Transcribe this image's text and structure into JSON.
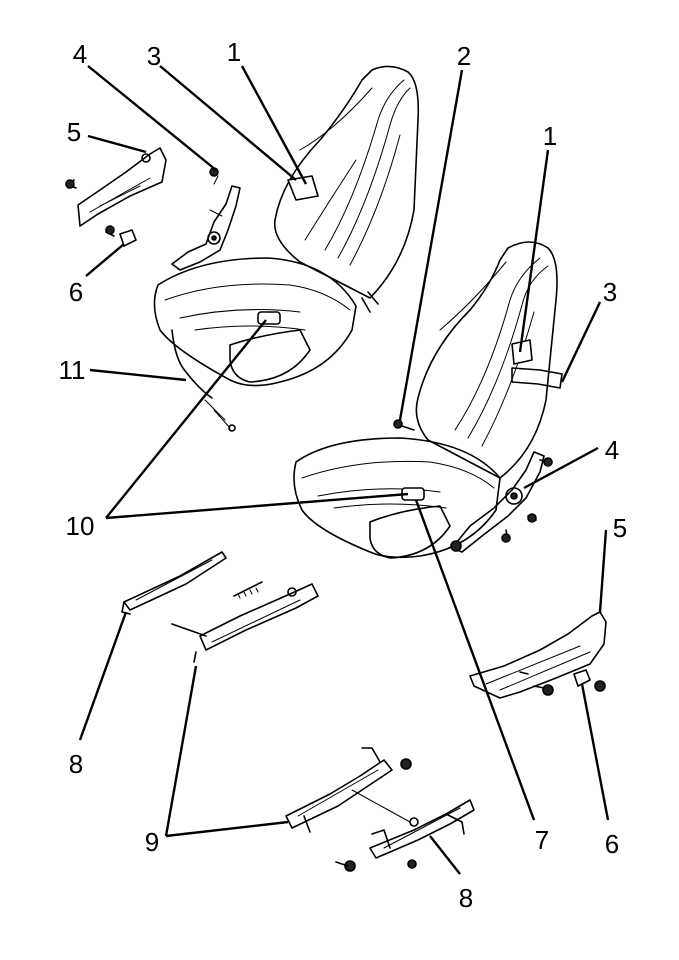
{
  "diagram": {
    "callouts": [
      {
        "id": "c-4-top",
        "label": "4"
      },
      {
        "id": "c-3-top",
        "label": "3"
      },
      {
        "id": "c-1-top",
        "label": "1"
      },
      {
        "id": "c-2",
        "label": "2"
      },
      {
        "id": "c-5-top",
        "label": "5"
      },
      {
        "id": "c-1-right",
        "label": "1"
      },
      {
        "id": "c-3-right",
        "label": "3"
      },
      {
        "id": "c-6-left",
        "label": "6"
      },
      {
        "id": "c-11",
        "label": "11"
      },
      {
        "id": "c-4-right",
        "label": "4"
      },
      {
        "id": "c-10",
        "label": "10"
      },
      {
        "id": "c-5-right",
        "label": "5"
      },
      {
        "id": "c-8-left",
        "label": "8"
      },
      {
        "id": "c-9",
        "label": "9"
      },
      {
        "id": "c-7",
        "label": "7"
      },
      {
        "id": "c-6-right",
        "label": "6"
      },
      {
        "id": "c-8-bottom",
        "label": "8"
      }
    ]
  }
}
